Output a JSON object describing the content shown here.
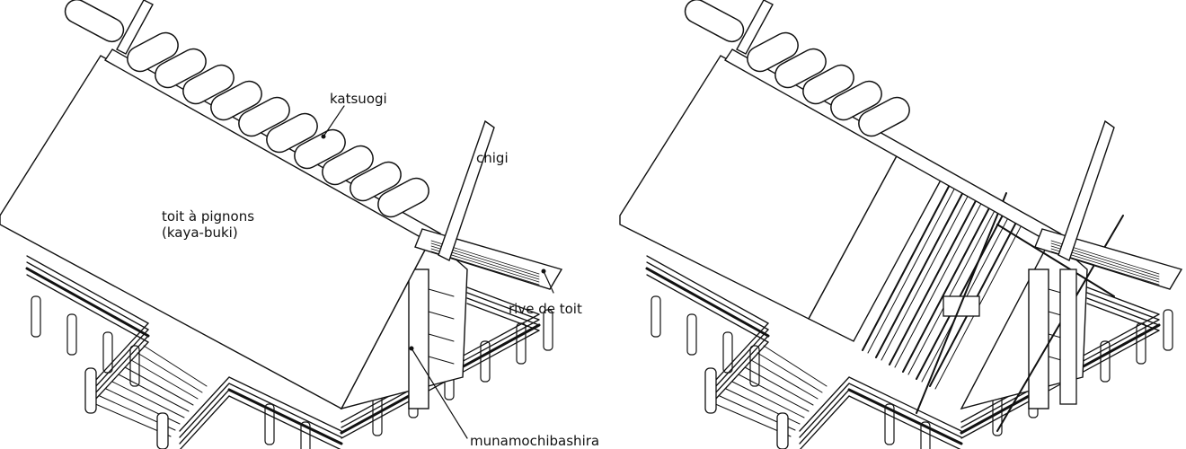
{
  "labels": {
    "katsuogi": "katsuogi",
    "chigi": "chigi",
    "roof_line1": "toit à pignons",
    "roof_line2": "(kaya-buki)",
    "rive": "rive de toit",
    "munamochibashira": "munamochibashira"
  },
  "views": [
    "exterior",
    "cutaway"
  ],
  "colors": {
    "line": "#111111",
    "background": "#ffffff"
  }
}
